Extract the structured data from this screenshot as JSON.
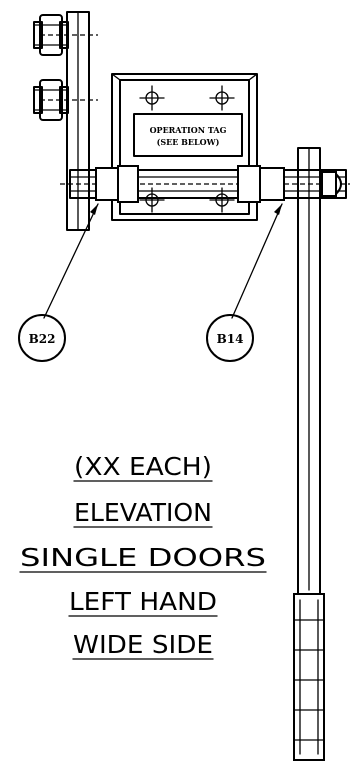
{
  "tag": {
    "line1": "OPERATION TAG",
    "line2": "(SEE BELOW)"
  },
  "balloons": {
    "left": "B22",
    "right": "B14"
  },
  "note": {
    "lines": [
      "(XX EACH)",
      "ELEVATION",
      "SINGLE DOORS",
      "LEFT HAND",
      "WIDE SIDE"
    ]
  }
}
